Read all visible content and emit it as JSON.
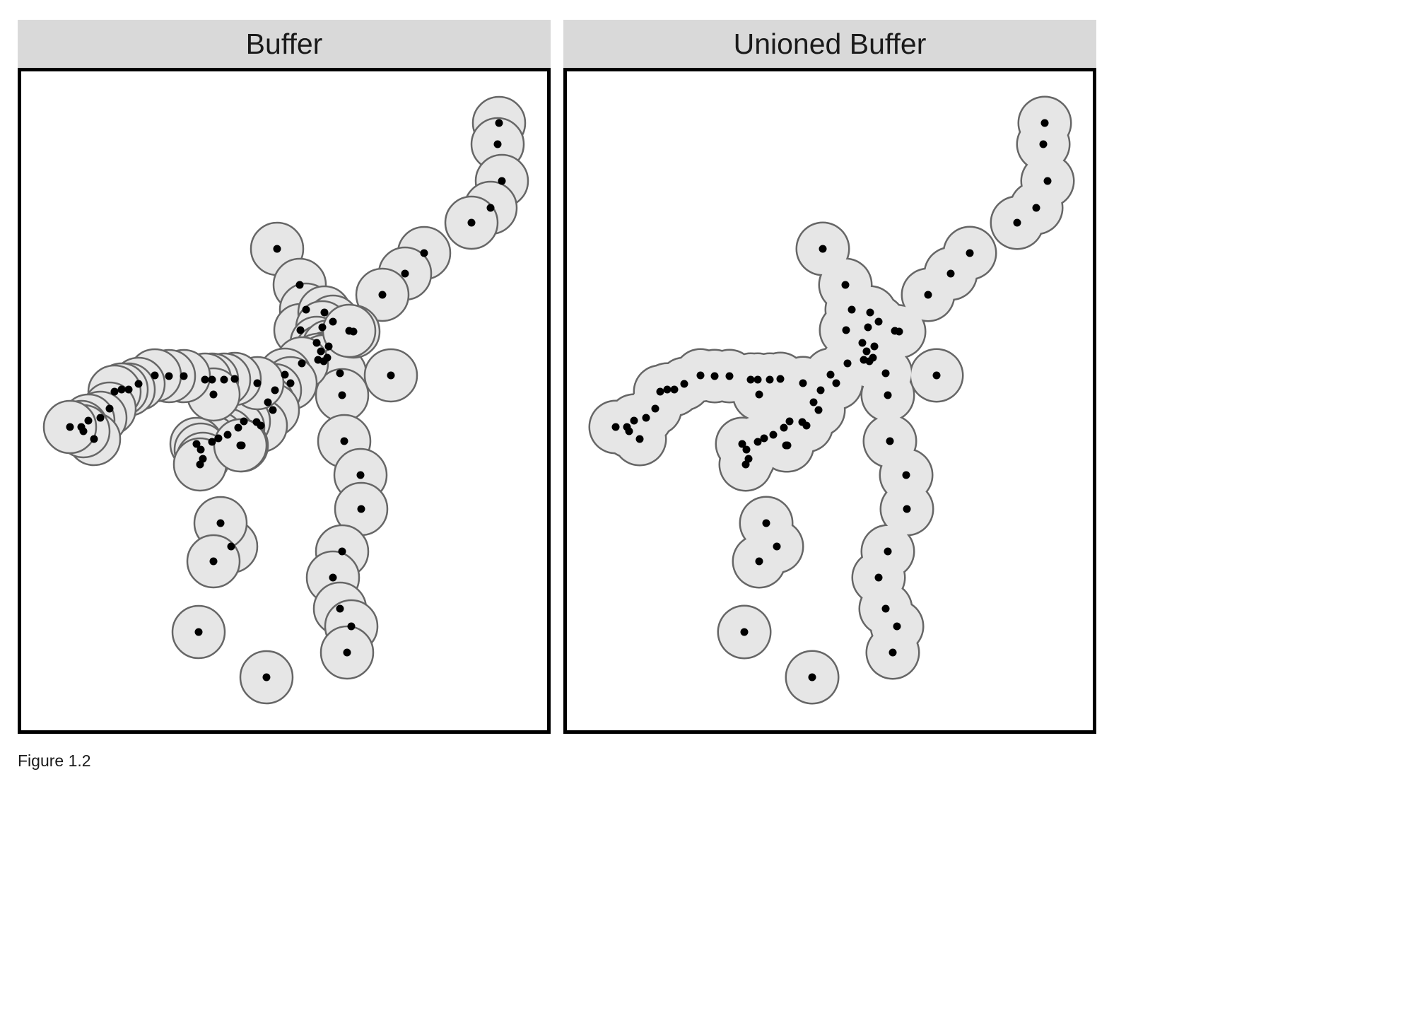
{
  "panels": [
    {
      "id": "buffer",
      "title": "Buffer"
    },
    {
      "id": "unioned",
      "title": "Unioned Buffer"
    }
  ],
  "caption": "Figure 1.2",
  "style": {
    "buffer_fill": "#e6e6e6",
    "buffer_stroke": "#666666",
    "point_color": "#000000",
    "frame_color": "#000000",
    "header_background": "#d9d9d9"
  }
}
